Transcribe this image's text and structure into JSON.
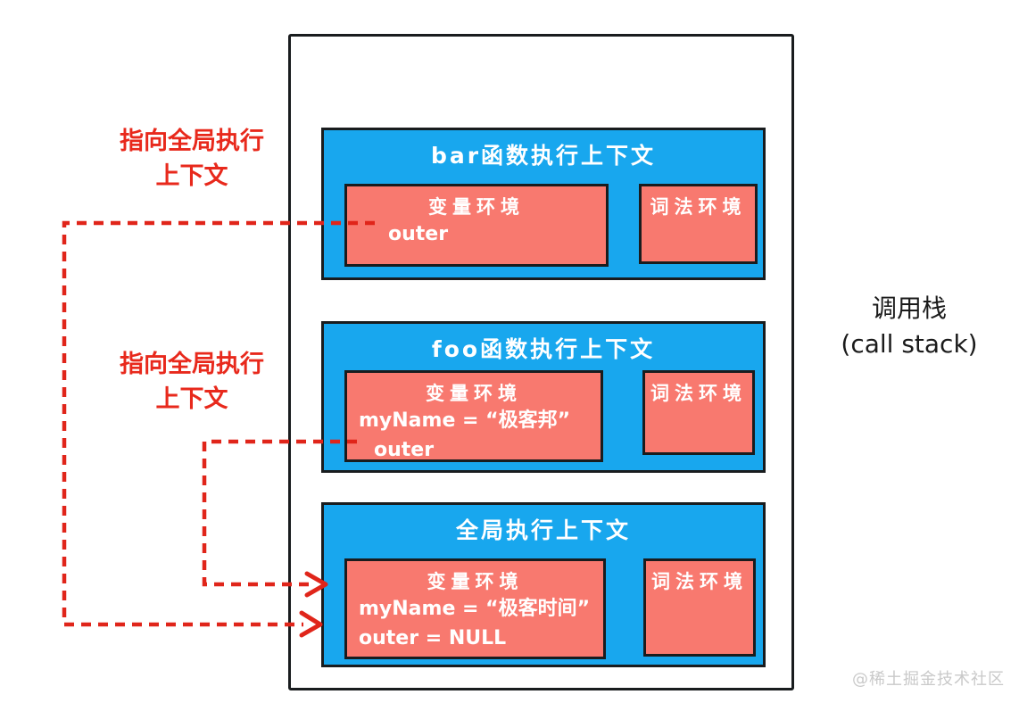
{
  "colors": {
    "context-bg": "#18a7ee",
    "env-bg": "#f8796f",
    "arrow-red": "#e0251a",
    "label-red": "#e8291c",
    "ink": "#191c1e",
    "watermark-gray": "#c9c9c9"
  },
  "labels": {
    "pointer_to_global_1": {
      "line1": "指向全局执行",
      "line2": "上下文"
    },
    "pointer_to_global_2": {
      "line1": "指向全局执行",
      "line2": "上下文"
    }
  },
  "side_label": {
    "line1": "调用栈",
    "line2": "(call stack)"
  },
  "watermark": "@稀土掘金技术社区",
  "contexts": [
    {
      "title": "bar函数执行上下文",
      "variable_env": {
        "title": "变量环境",
        "lines": [
          "outer"
        ]
      },
      "lexical_env": {
        "title": "词法环境"
      }
    },
    {
      "title": "foo函数执行上下文",
      "variable_env": {
        "title": "变量环境",
        "lines": [
          "myName = “极客邦”",
          "outer"
        ]
      },
      "lexical_env": {
        "title": "词法环境"
      }
    },
    {
      "title": "全局执行上下文",
      "variable_env": {
        "title": "变量环境",
        "lines": [
          "myName = “极客时间”",
          "outer = NULL"
        ]
      },
      "lexical_env": {
        "title": "词法环境"
      }
    }
  ]
}
